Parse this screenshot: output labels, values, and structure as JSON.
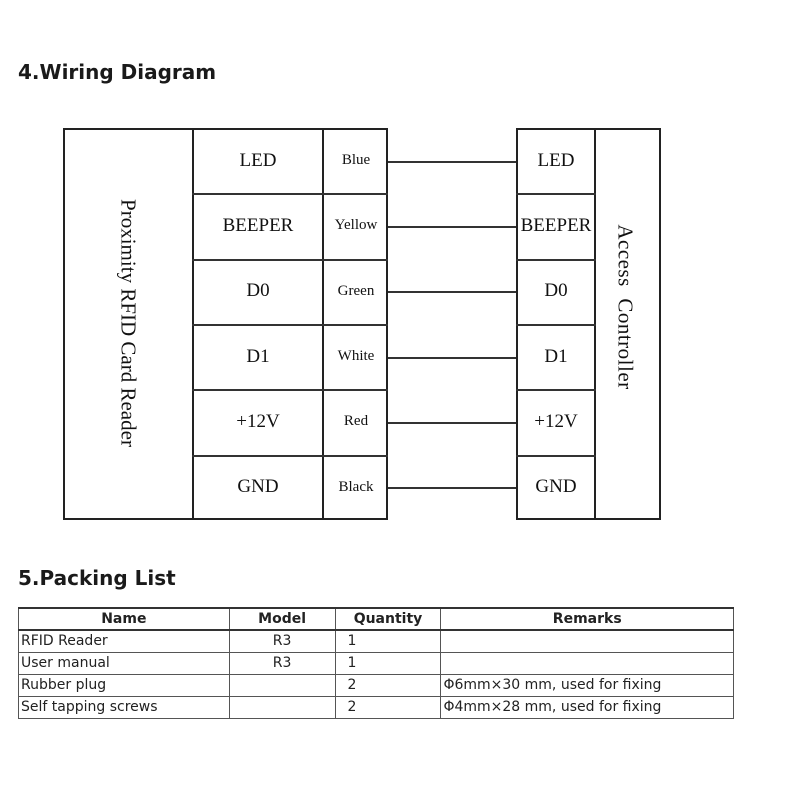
{
  "sections": {
    "wiring_title": "4.Wiring Diagram",
    "packing_title": "5.Packing List"
  },
  "wiring": {
    "reader_title": "Proximity RFID Card Reader",
    "controller_title_1": "Access",
    "controller_title_2": "Controller",
    "rows": [
      {
        "signal": "LED",
        "color": "Blue"
      },
      {
        "signal": "BEEPER",
        "color": "Yellow"
      },
      {
        "signal": "D0",
        "color": "Green"
      },
      {
        "signal": "D1",
        "color": "White"
      },
      {
        "signal": "+12V",
        "color": "Red"
      },
      {
        "signal": "GND",
        "color": "Black"
      }
    ]
  },
  "packing": {
    "headers": [
      "Name",
      "Model",
      "Quantity",
      "Remarks"
    ],
    "rows": [
      {
        "name": "RFID Reader",
        "model": "R3",
        "quantity": "1",
        "remarks": ""
      },
      {
        "name": "User manual",
        "model": "R3",
        "quantity": "1",
        "remarks": ""
      },
      {
        "name": "Rubber plug",
        "model": "",
        "quantity": "2",
        "remarks": "Φ6mm×30 mm, used for fixing"
      },
      {
        "name": "Self tapping screws",
        "model": "",
        "quantity": "2",
        "remarks": "Φ4mm×28 mm, used for fixing"
      }
    ]
  }
}
